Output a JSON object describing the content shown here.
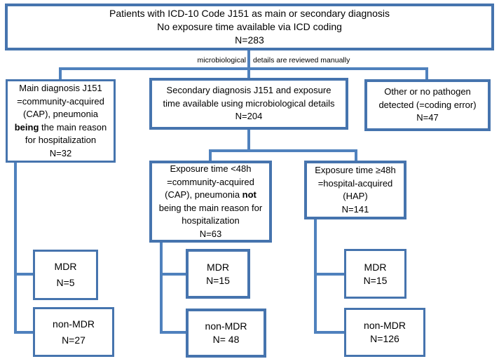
{
  "colors": {
    "box_border": "#4674ae",
    "connector": "#4f81bd",
    "text": "#000000"
  },
  "flowchart": {
    "top": {
      "lines": [
        "Patients with ICD-10 Code J151 as main or secondary diagnosis",
        "No exposure time available via ICD coding",
        "N=283"
      ]
    },
    "review_note": {
      "left": "microbiological",
      "right": "details are reviewed manually"
    },
    "cap_main": {
      "lines": [
        "Main diagnosis J151",
        "=community-acquired",
        "(CAP), pneumonia"
      ],
      "bold_word": "being",
      "line4_rest": " the main reason",
      "lines2": [
        "for hospitalization",
        "N=32"
      ]
    },
    "secondary": {
      "lines": [
        "Secondary diagnosis J151 and exposure",
        "time available using microbiological details",
        "N=204"
      ]
    },
    "other": {
      "lines": [
        "Other or no pathogen",
        "detected (=coding error)",
        "N=47"
      ]
    },
    "cap48": {
      "lines": [
        "Exposure time <48h",
        "=community-acquired"
      ],
      "line3_pre": "(CAP), pneumonia ",
      "bold_word": "not",
      "lines2": [
        "being the main reason for",
        "hospitalization",
        "N=63"
      ]
    },
    "hap48": {
      "lines": [
        "Exposure time ≥48h",
        "=hospital-acquired",
        "(HAP)",
        "N=141"
      ]
    },
    "outcomes": {
      "cap_main": {
        "mdr": {
          "label": "MDR",
          "n": "N=5"
        },
        "non_mdr": {
          "label": "non-MDR",
          "n": "N=27"
        }
      },
      "cap48": {
        "mdr": {
          "label": "MDR",
          "n": "N=15"
        },
        "non_mdr": {
          "label": "non-MDR",
          "n": "N= 48"
        }
      },
      "hap48": {
        "mdr": {
          "label": "MDR",
          "n": "N=15"
        },
        "non_mdr": {
          "label": "non-MDR",
          "n": "N=126"
        }
      }
    }
  }
}
